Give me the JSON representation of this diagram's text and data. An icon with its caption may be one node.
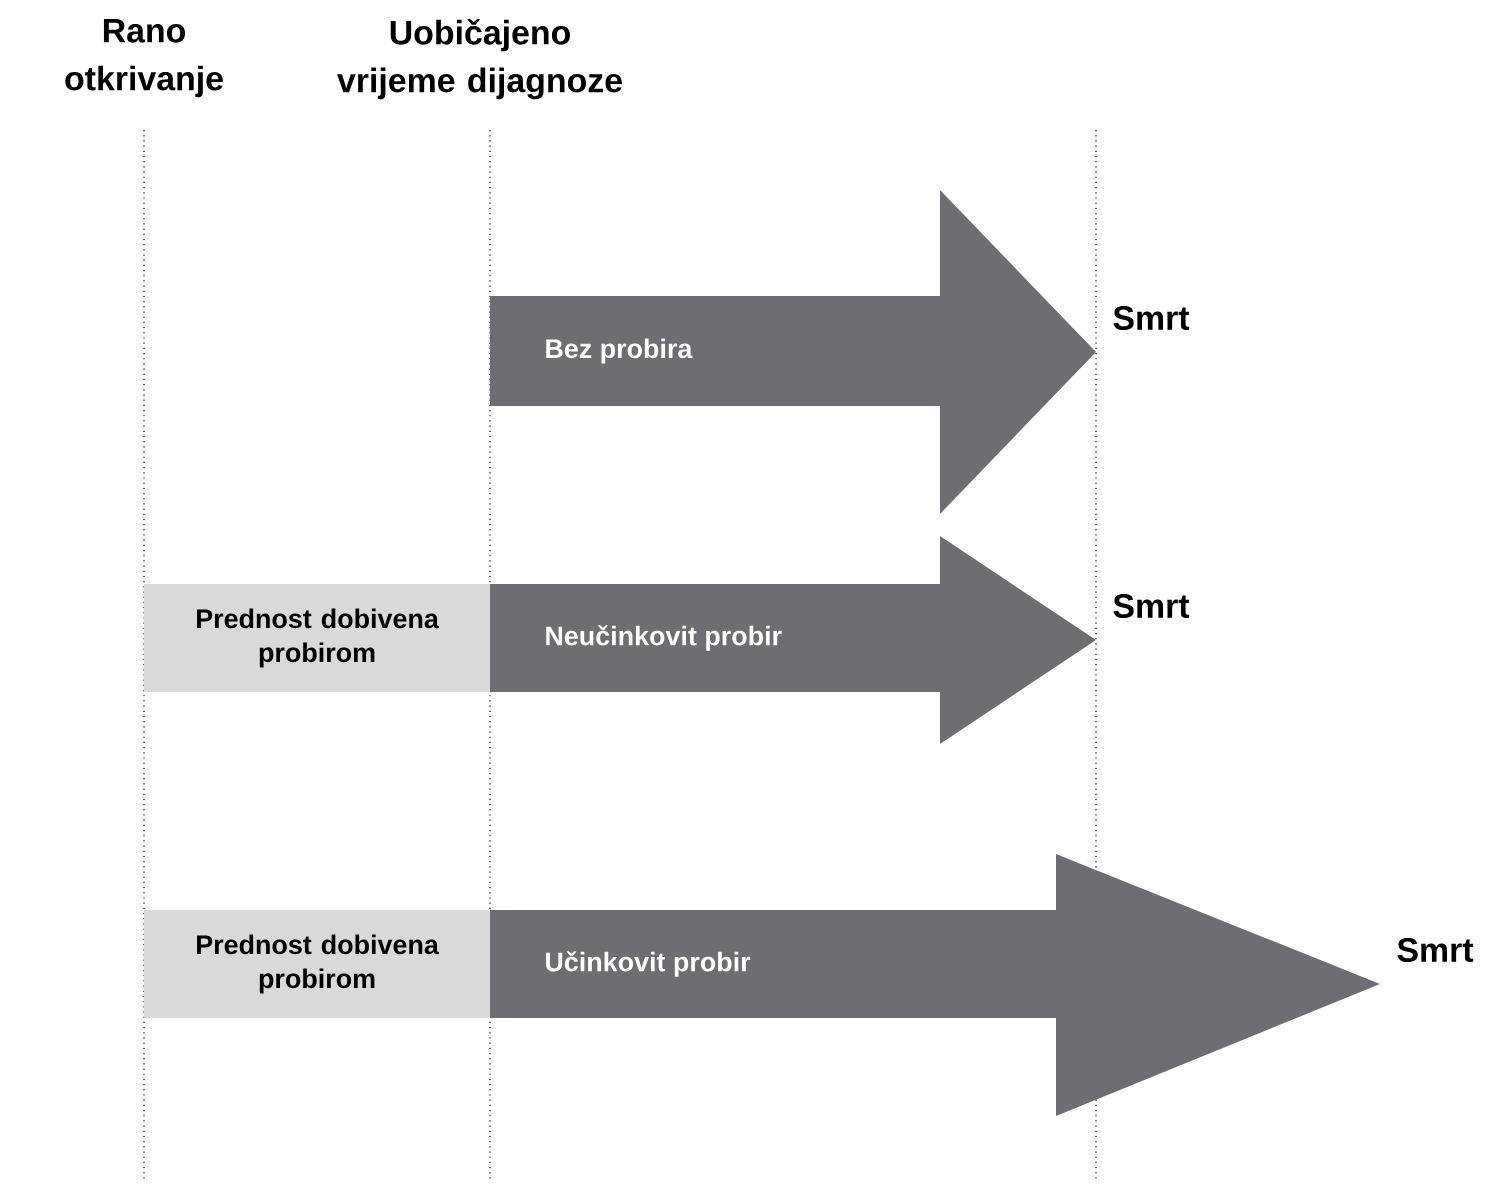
{
  "diagram": {
    "nodes": [
      {
        "text": [
          "Bez probira"
        ],
        "beside": [
          "Smrt"
        ]
      },
      {
        "text": [
          "Prednost dobivena probirom"
        ]
      },
      {
        "text": [
          "Neučinkovit probir"
        ],
        "beside": [
          "Smrt"
        ]
      },
      {
        "text": [
          "Prednost dobivena probirom"
        ]
      },
      {
        "text": [
          "Učinkovit probir"
        ],
        "beside": [
          "Smrt"
        ]
      }
    ],
    "labels": [
      "Rano otkrivanje",
      "Uobičajeno vrijeme dijagnoze"
    ]
  }
}
